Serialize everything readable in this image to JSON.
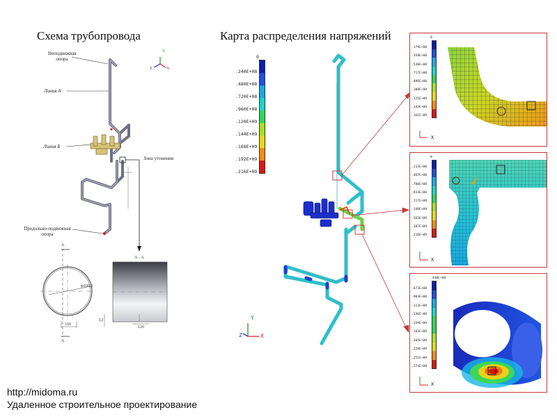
{
  "left": {
    "title": "Схема трубопровода",
    "fixed_support": "Неподвижная опора",
    "line_a": "Линия А",
    "line_b": "Линия Б",
    "thinning_zone": "Зона утонения",
    "sliding_support": "Продольно-подвижная опора",
    "section_mark": "А",
    "section_title": "А - А",
    "diameter": "ф100,2",
    "dim_160": "160",
    "dim_120": "120",
    "dim_32": "3,2"
  },
  "right": {
    "title": "Карта распределения напряжений",
    "legend": {
      "top": "0",
      "labels": [
        ".240E+08",
        ".480E+08",
        ".720E+08",
        ".960E+08",
        ".120E+09",
        ".144E+09",
        ".168E+09",
        ".192E+09",
        ".216E+09"
      ],
      "colors": [
        "#0a1fa8",
        "#1d4fe0",
        "#19a9e0",
        "#19d6c8",
        "#2fd65a",
        "#a6e022",
        "#e2d81c",
        "#ef8d16",
        "#d91a12"
      ]
    },
    "axis": {
      "x": "X",
      "y": "Y",
      "z": "Z"
    }
  },
  "insets": [
    {
      "labels": [
        ".179E+08",
        ".358E+08",
        ".538E+08",
        ".717E+08",
        ".896E+08",
        ".108E+09",
        ".125E+09",
        ".143E+09",
        ".161E+09"
      ],
      "top": "0"
    },
    {
      "labels": [
        ".233E+08",
        ".467E+08",
        ".700E+08",
        ".933E+08",
        ".117E+09",
        ".140E+09",
        ".163E+09",
        ".187E+09",
        ".210E+09"
      ],
      "top": "0"
    },
    {
      "labels": [
        ".673E+08",
        ".903E+08",
        ".113E+09",
        ".136E+09",
        ".159E+09",
        ".182E+09",
        ".205E+09",
        ".228E+09",
        ".251E+09",
        ".274E+09"
      ],
      "top": ".440E+08"
    }
  ],
  "footer": {
    "url": "http://midoma.ru",
    "tagline": "Удаленное строительное проектирование"
  }
}
